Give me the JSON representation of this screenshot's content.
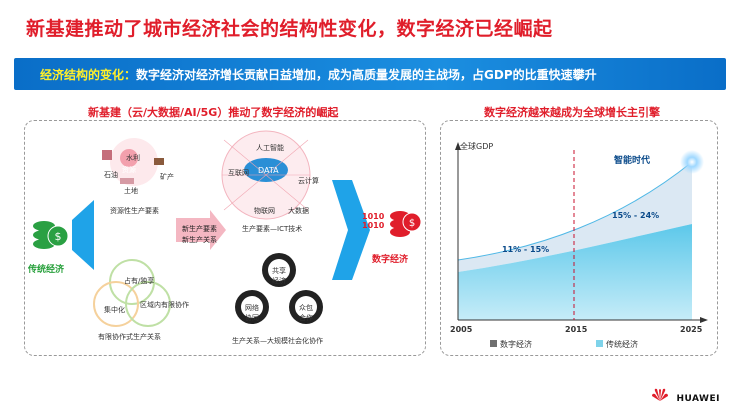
{
  "title": "新基建推动了城市经济社会的结构性变化，数字经济已经崛起",
  "banner": {
    "label": "经济结构的变化：",
    "text": "数字经济对经济增长贡献日益增加，成为高质量发展的主战场，占GDP的比重快速攀升"
  },
  "left_panel": {
    "header": "新基建（云/大数据/AI/5G）推动了数字经济的崛起",
    "traditional_label": "传统经济",
    "digital_label": "数字经济",
    "resources": {
      "items": [
        "水利",
        "矿产",
        "石油",
        "资源",
        "土地"
      ],
      "caption": "资源性生产要素"
    },
    "relations": {
      "items": [
        "占有/独享",
        "集中化",
        "区域内有限协作"
      ],
      "caption": "有限协作式生产关系"
    },
    "arrow_text": [
      "新生产要素",
      "新生产关系"
    ],
    "ict": {
      "items": [
        "人工智能",
        "互联网",
        "DATA",
        "云计算",
        "物联网",
        "大数据"
      ],
      "caption": "生产要素—ICT技术"
    },
    "gears": {
      "items": [
        "共享经济",
        "网络协同",
        "众包合作"
      ],
      "caption": "生产关系—大规模社会化协作"
    },
    "binary": [
      "1010",
      "1010"
    ]
  },
  "right_panel": {
    "header": "数字经济越来越成为全球增长主引擎",
    "y_label": "全球GDP",
    "era_label": "智能时代",
    "x_ticks": [
      "2005",
      "2015",
      "2025"
    ],
    "share_2015": "11% - 15%",
    "share_2025": "15% - 24%",
    "legend": [
      {
        "name": "数字经济",
        "color": "#6f6f6f"
      },
      {
        "name": "传统经济",
        "color": "#7fd3ea"
      }
    ]
  },
  "brand": "HUAWEI",
  "colors": {
    "accent": "#e01e2b",
    "banner": "#0a6ec8",
    "green": "#27a03b"
  }
}
